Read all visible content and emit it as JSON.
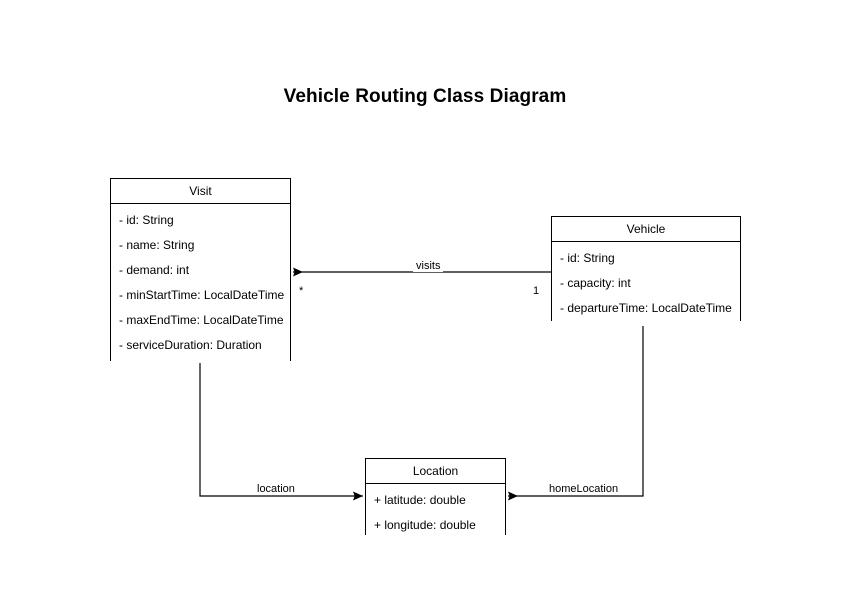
{
  "diagram": {
    "title": "Vehicle Routing Class Diagram",
    "type": "uml-class-diagram",
    "background_color": "#ffffff",
    "line_color": "#000000",
    "text_color": "#000000",
    "classes": [
      {
        "id": "visit",
        "name": "Visit",
        "attributes": [
          "- id: String",
          "- name: String",
          "- demand: int",
          "- minStartTime: LocalDateTime",
          "- maxEndTime: LocalDateTime",
          "- serviceDuration: Duration"
        ]
      },
      {
        "id": "vehicle",
        "name": "Vehicle",
        "attributes": [
          "- id: String",
          "- capacity: int",
          "- departureTime: LocalDateTime"
        ]
      },
      {
        "id": "location",
        "name": "Location",
        "attributes": [
          "+ latitude: double",
          "+ longitude: double"
        ]
      }
    ],
    "relationships": [
      {
        "id": "visits",
        "label": "visits",
        "from": "Vehicle",
        "to": "Visit",
        "source_multiplicity": "1",
        "target_multiplicity": "*"
      },
      {
        "id": "location",
        "label": "location",
        "from": "Visit",
        "to": "Location",
        "source_multiplicity": "",
        "target_multiplicity": ""
      },
      {
        "id": "homeLocation",
        "label": "homeLocation",
        "from": "Vehicle",
        "to": "Location",
        "source_multiplicity": "",
        "target_multiplicity": ""
      }
    ]
  }
}
